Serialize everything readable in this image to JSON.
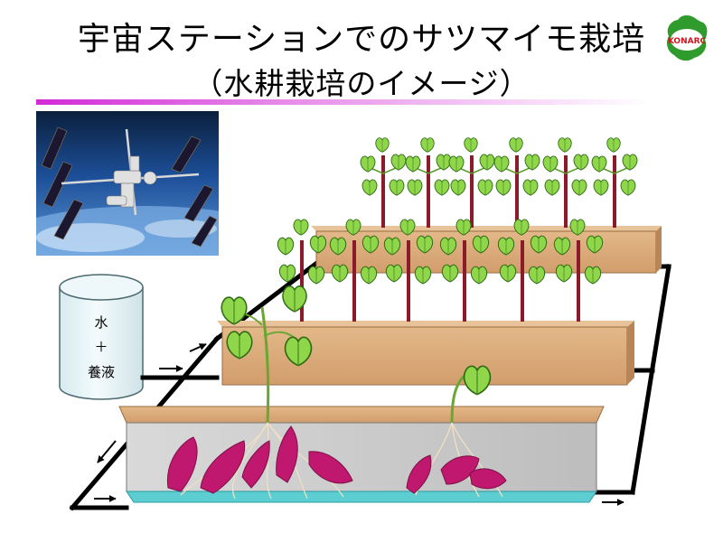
{
  "title": {
    "line1": "宇宙ステーションでのサツマイモ栽培",
    "line2": "（水耕栽培のイメージ）"
  },
  "logo": {
    "text": "KONARC"
  },
  "tank": {
    "line1": "水",
    "line2": "＋",
    "line3": "養液"
  },
  "colors": {
    "title_underline": "#d12ad6",
    "planter": "#d8a878",
    "leaf": "#8fd64a",
    "stem": "#8b1a2a",
    "sweet_potato": "#c0186e",
    "nutrient_water": "#5ccdd0",
    "tank": "#e7f4f6"
  }
}
